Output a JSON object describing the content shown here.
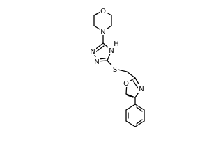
{
  "molecule": {
    "atoms": {
      "morpholine_o": "O",
      "morpholine_n": "N",
      "triazole_n1": "N",
      "triazole_n2": "N",
      "triazole_nh": "N",
      "triazole_h": "H",
      "thioether_s": "S",
      "oxazole_n": "N",
      "oxazole_o": "O"
    },
    "rings": [
      "morpholine",
      "triazole",
      "oxazole",
      "benzene"
    ],
    "colors": {
      "bond": "#000000",
      "label": "#000000",
      "background": "#ffffff"
    }
  }
}
